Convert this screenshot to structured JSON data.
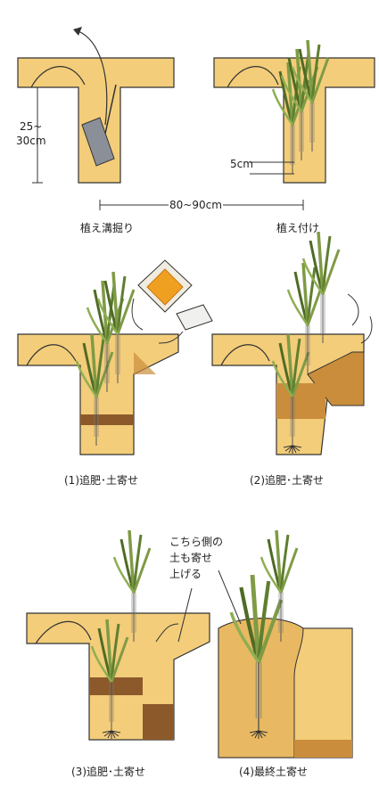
{
  "panel_top_left": {
    "caption": "植え溝掘り",
    "depth_label_1": "25~",
    "depth_label_2": "30cm"
  },
  "panel_top_right": {
    "caption": "植え付け",
    "depth_label": "5cm"
  },
  "width_label": "80~90cm",
  "panel_mid_left": {
    "caption": "(1)追肥･土寄せ"
  },
  "panel_mid_right": {
    "caption": "(2)追肥･土寄せ"
  },
  "panel_bot_left": {
    "caption": "(3)追肥･土寄せ"
  },
  "panel_bot_right": {
    "caption": "(4)最終土寄せ",
    "note_line_1": "こちら側の",
    "note_line_2": "土も寄せ",
    "note_line_3": "上げる"
  },
  "colors": {
    "soil": "#f3cd7a",
    "soil_dark": "#c98d3c",
    "fertilizer_layer": "#8c5a2a",
    "leaf": "#7f9b45",
    "leaf_dark": "#4f6b25",
    "stem": "#f2f0e6",
    "outline": "#333333"
  }
}
